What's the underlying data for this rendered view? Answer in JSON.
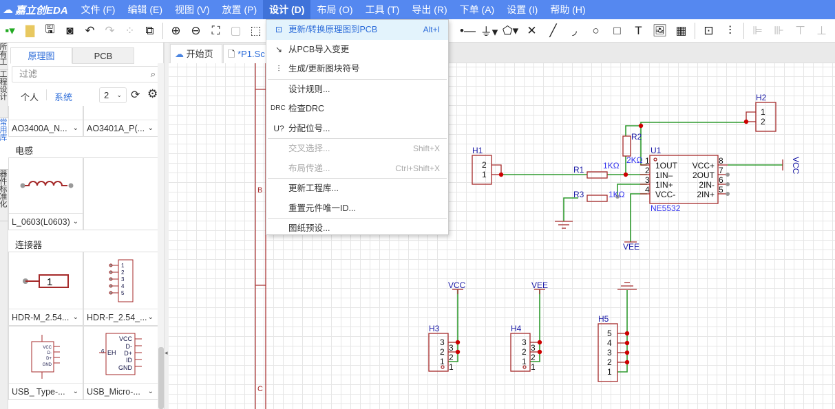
{
  "app": {
    "logo": "嘉立创EDA"
  },
  "menubar": [
    "文件 (F)",
    "编辑 (E)",
    "视图 (V)",
    "放置 (P)",
    "设计 (D)",
    "布局 (O)",
    "工具 (T)",
    "导出 (R)",
    "下单 (A)",
    "设置 (I)",
    "帮助 (H)"
  ],
  "design_menu": [
    {
      "icon": "⊡",
      "label": "更新/转换原理图到PCB",
      "shortcut": "Alt+I",
      "state": "highlighted"
    },
    {
      "icon": "↘",
      "label": "从PCB导入变更",
      "shortcut": "",
      "state": "normal"
    },
    {
      "icon": "⫶",
      "label": "生成/更新图块符号",
      "shortcut": "",
      "state": "normal"
    },
    {
      "icon": "",
      "label": "设计规则...",
      "shortcut": "",
      "state": "normal"
    },
    {
      "icon": "DRC",
      "label": "检查DRC",
      "shortcut": "",
      "state": "normal"
    },
    {
      "icon": "U?",
      "label": "分配位号...",
      "shortcut": "",
      "state": "normal"
    },
    {
      "icon": "",
      "label": "交叉选择...",
      "shortcut": "Shift+X",
      "state": "disabled"
    },
    {
      "icon": "",
      "label": "布局传递...",
      "shortcut": "Ctrl+Shift+X",
      "state": "disabled"
    },
    {
      "icon": "",
      "label": "更新工程库...",
      "shortcut": "",
      "state": "normal"
    },
    {
      "icon": "",
      "label": "重置元件唯一ID...",
      "shortcut": "",
      "state": "normal"
    },
    {
      "icon": "",
      "label": "图纸预设...",
      "shortcut": "",
      "state": "normal"
    }
  ],
  "sidebar": {
    "vertical_tabs": [
      "所有工程",
      "工程设计",
      "常用库",
      "器件标准化"
    ],
    "tabs": [
      "原理图",
      "PCB"
    ],
    "filter_placeholder": "过滤",
    "scope": [
      "个人",
      "系统"
    ],
    "columns_select": "2",
    "categories": [
      "电感",
      "连接器"
    ],
    "parts": [
      "AO3400A_N...",
      "AO3401A_P(...",
      "L_0603(L0603)",
      "HDR-M_2.54...",
      "HDR-F_2.54_...",
      "USB_ Type-...",
      "USB_Micro-..."
    ],
    "preview_text": {
      "hdrm": "1",
      "hdrf": [
        "1",
        "2",
        "3",
        "4",
        "5"
      ],
      "usbc": [
        "VCC",
        "D-",
        "D+",
        "GND"
      ],
      "usbm": [
        "VCC",
        "D-",
        "D+",
        "ID",
        "GND",
        "EH",
        "6"
      ]
    }
  },
  "doc_tabs": [
    "开始页",
    "*P1.Sc"
  ],
  "sheet": {
    "row_letters": [
      "B",
      "C"
    ]
  },
  "schematic": {
    "refs": {
      "H1": "H1",
      "H2": "H2",
      "H3": "H3",
      "H4": "H4",
      "H5": "H5",
      "R1": "R1",
      "R2": "R2",
      "R3": "R3",
      "U1": "U1"
    },
    "values": {
      "R1": "1KΩ",
      "R2": "2KΩ",
      "R3": "1KΩ",
      "U1": "NE5532"
    },
    "u1_left": [
      "1OUT",
      "1IN–",
      "1IN+",
      "VCC-"
    ],
    "u1_right": [
      "VCC+",
      "2OUT",
      "2IN-",
      "2IN+"
    ],
    "u1_left_pins": [
      "1",
      "2",
      "3",
      "4"
    ],
    "u1_right_pins": [
      "8",
      "7",
      "6",
      "5"
    ],
    "nets": {
      "vcc": "VCC",
      "vee": "VEE"
    },
    "pins": [
      "1",
      "2",
      "3",
      "4",
      "5"
    ]
  },
  "colors": {
    "menubar": "#5588f0",
    "wire": "#2e9a2e",
    "symbol": "#a52a2a",
    "junction": "#cc0000",
    "label": "#1a1aa6"
  }
}
